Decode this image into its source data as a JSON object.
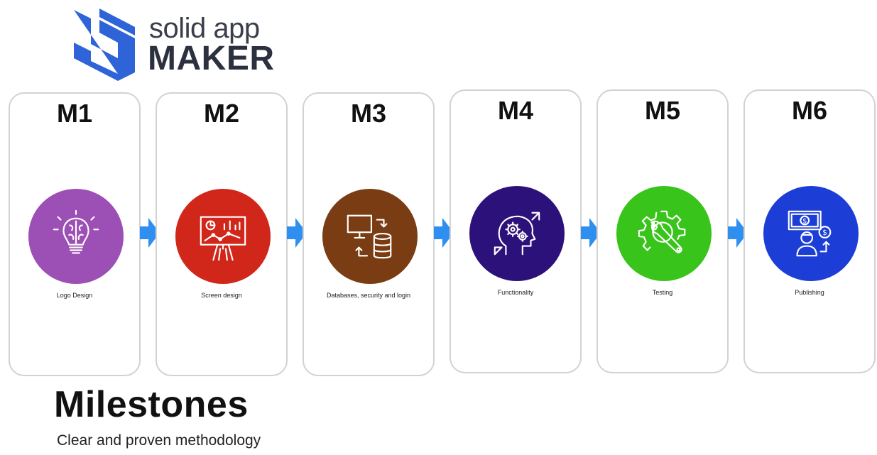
{
  "brand": {
    "name_top": "solid app",
    "name_bottom": "MAKER",
    "icon": "stylized-s-shield-logo",
    "color": "#2f63d8"
  },
  "milestones": [
    {
      "code": "M1",
      "label": "Logo Design",
      "icon": "lightbulb-brain-icon",
      "color": "#9c4fb4"
    },
    {
      "code": "M2",
      "label": "Screen design",
      "icon": "presentation-chart-icon",
      "color": "#d1271b"
    },
    {
      "code": "M3",
      "label": "Databases, security and login",
      "icon": "monitor-database-icon",
      "color": "#7a3c12"
    },
    {
      "code": "M4",
      "label": "Functionality",
      "icon": "head-gears-icon",
      "color": "#2d117a"
    },
    {
      "code": "M5",
      "label": "Testing",
      "icon": "wrench-gear-icon",
      "color": "#39c41c"
    },
    {
      "code": "M6",
      "label": "Publishing",
      "icon": "money-person-icon",
      "color": "#1d3ed6"
    }
  ],
  "arrow_color": "#2f8ff0",
  "heading": "Milestones",
  "subheading": "Clear and proven methodology"
}
